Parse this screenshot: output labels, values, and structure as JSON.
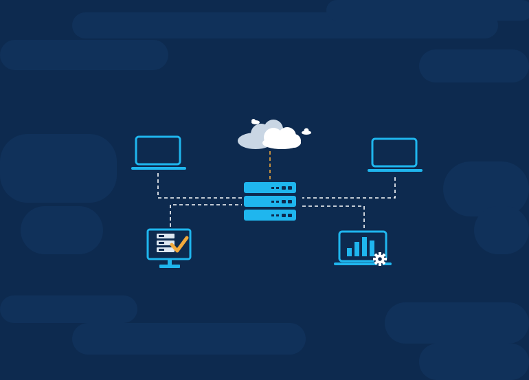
{
  "colors": {
    "background": "#0d2a4f",
    "background_band": "#0f3058",
    "background_band_light": "#123662",
    "device": "#1fb6ee",
    "device_dark": "#0b86c9",
    "connector": "#ffffff",
    "cloud_connector": "#f2a93b",
    "cloud": "#ffffff",
    "cloud_shadow": "#c9d6e4",
    "checkmark": "#f2a93b"
  },
  "icons": {
    "cloud": "cloud-icon",
    "server": "server-stack-icon",
    "laptop_left": "laptop-icon",
    "laptop_right": "laptop-icon",
    "monitor": "monitor-server-check-icon",
    "analytics": "laptop-bar-chart-gear-icon"
  },
  "nodes": [
    {
      "id": "cloud",
      "icon": "cloud-icon"
    },
    {
      "id": "server",
      "icon": "server-stack-icon"
    },
    {
      "id": "laptop-left",
      "icon": "laptop-icon"
    },
    {
      "id": "laptop-right",
      "icon": "laptop-icon"
    },
    {
      "id": "monitor-check",
      "icon": "monitor-server-check-icon"
    },
    {
      "id": "laptop-analytics",
      "icon": "laptop-bar-chart-gear-icon"
    }
  ],
  "edges": [
    {
      "from": "cloud",
      "to": "server",
      "style": "dashed-orange"
    },
    {
      "from": "laptop-left",
      "to": "server",
      "style": "dashed-white"
    },
    {
      "from": "laptop-right",
      "to": "server",
      "style": "dashed-white"
    },
    {
      "from": "monitor-check",
      "to": "server",
      "style": "dashed-white"
    },
    {
      "from": "laptop-analytics",
      "to": "server",
      "style": "dashed-white"
    }
  ]
}
